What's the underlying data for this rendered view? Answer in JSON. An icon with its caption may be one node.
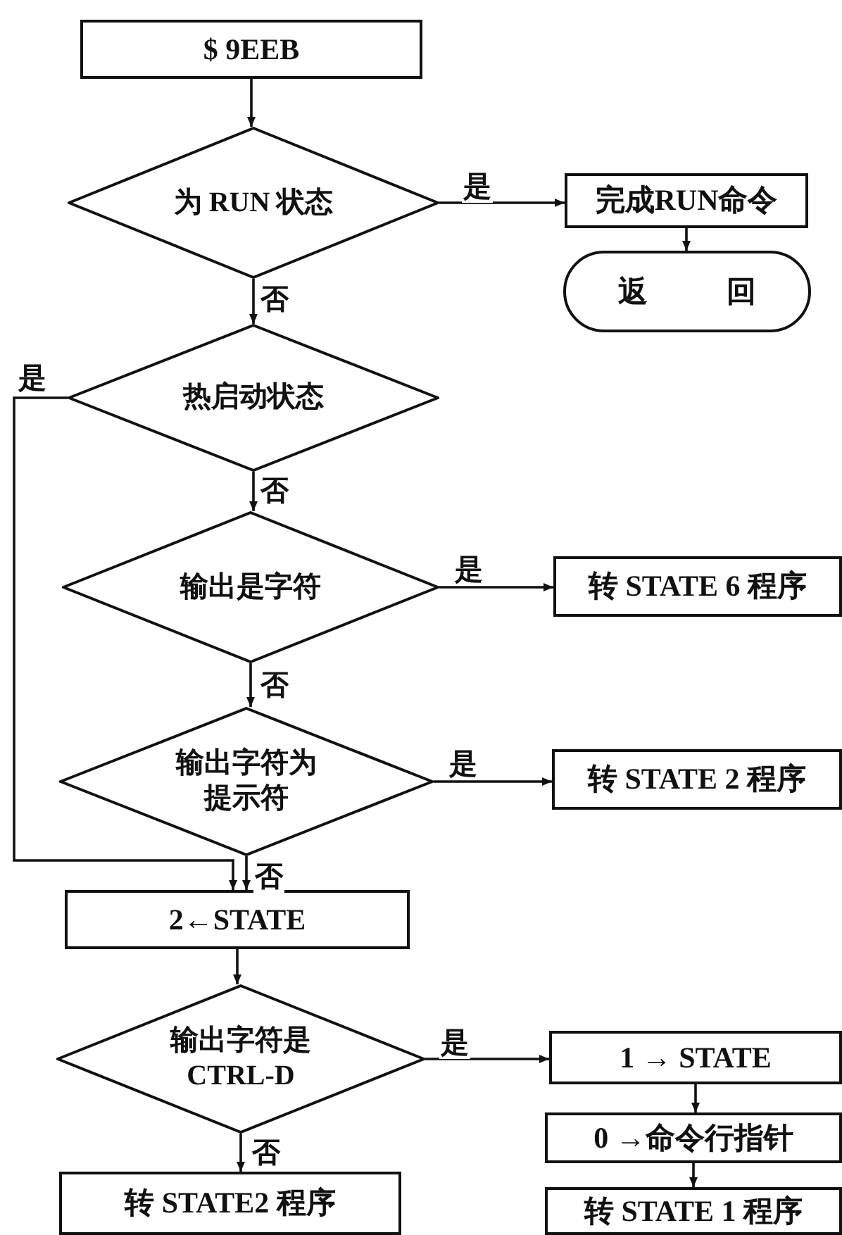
{
  "diagram": {
    "nodes": [
      {
        "text": [
          "$ 9EEB"
        ]
      },
      {
        "text": [
          "为 RUN 状态"
        ]
      },
      {
        "text": [
          "完成RUN命令"
        ]
      },
      {
        "text": [
          "返 回"
        ]
      },
      {
        "text": [
          "热启动状态"
        ]
      },
      {
        "text": [
          "输出是字符"
        ]
      },
      {
        "text": [
          "转 STATE 6 程序"
        ]
      },
      {
        "text": [
          "输出字符为提示符"
        ]
      },
      {
        "text": [
          "转 STATE 2 程序"
        ]
      },
      {
        "text": [
          "2←STATE"
        ]
      },
      {
        "text": [
          "输出字符是 CTRL-D"
        ]
      },
      {
        "text": [
          "转 STATE2 程序"
        ]
      },
      {
        "text": [
          "1 → STATE"
        ]
      },
      {
        "text": [
          "0 →命令行指针"
        ]
      },
      {
        "text": [
          "转 STATE 1 程序"
        ]
      }
    ],
    "edges": [
      {
        "from": 0,
        "to": 1,
        "arrow": "to"
      },
      {
        "from": 1,
        "to": 2,
        "arrow": "to",
        "label": "是"
      },
      {
        "from": 2,
        "to": 3,
        "arrow": "to"
      },
      {
        "from": 1,
        "to": 4,
        "arrow": "to",
        "label": "否"
      },
      {
        "from": 4,
        "to": 9,
        "arrow": "to",
        "label": "是"
      },
      {
        "from": 4,
        "to": 5,
        "arrow": "to",
        "label": "否"
      },
      {
        "from": 5,
        "to": 6,
        "arrow": "to",
        "label": "是"
      },
      {
        "from": 5,
        "to": 7,
        "arrow": "to",
        "label": "否"
      },
      {
        "from": 7,
        "to": 8,
        "arrow": "to",
        "label": "是"
      },
      {
        "from": 7,
        "to": 9,
        "arrow": "to",
        "label": "否"
      },
      {
        "from": 9,
        "to": 10,
        "arrow": "to"
      },
      {
        "from": 10,
        "to": 12,
        "arrow": "to",
        "label": "是"
      },
      {
        "from": 12,
        "to": 13,
        "arrow": "to"
      },
      {
        "from": 13,
        "to": 14,
        "arrow": "to"
      },
      {
        "from": 10,
        "to": 11,
        "arrow": "to",
        "label": "否"
      }
    ]
  }
}
